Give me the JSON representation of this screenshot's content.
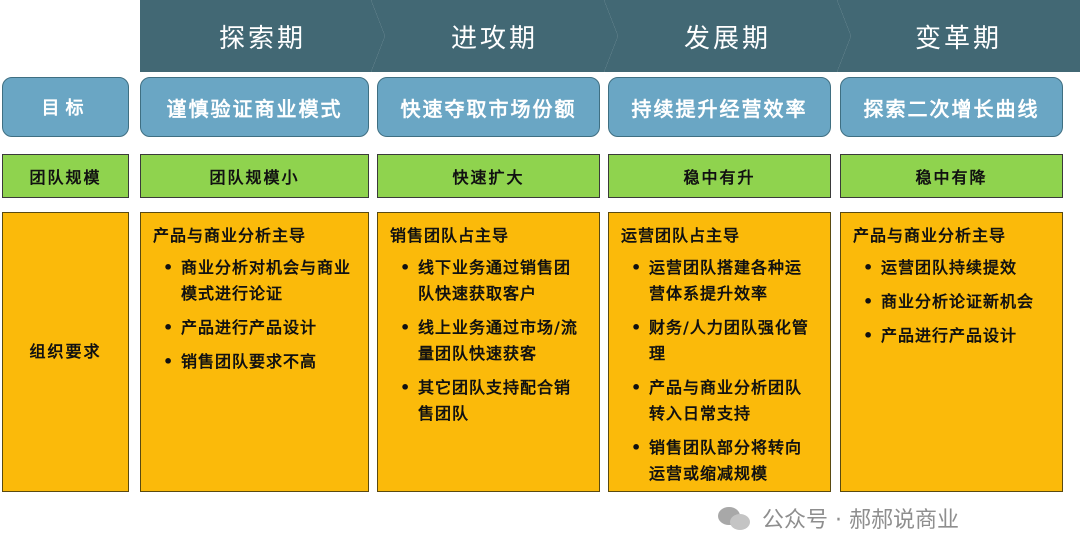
{
  "phases": [
    "探索期",
    "进攻期",
    "发展期",
    "变革期"
  ],
  "goal": {
    "label": "目标",
    "values": [
      "谨慎验证商业模式",
      "快速夺取市场份额",
      "持续提升经营效率",
      "探索二次增长曲线"
    ]
  },
  "team": {
    "label": "团队规模",
    "values": [
      "团队规模小",
      "快速扩大",
      "稳中有升",
      "稳中有降"
    ]
  },
  "org": {
    "label": "组织要求",
    "columns": [
      {
        "head": "产品与商业分析主导",
        "bullets": [
          "商业分析对机会与商业模式进行论证",
          "产品进行产品设计",
          "销售团队要求不高"
        ]
      },
      {
        "head": "销售团队占主导",
        "bullets": [
          "线下业务通过销售团队快速获取客户",
          "线上业务通过市场/流量团队快速获客",
          "其它团队支持配合销售团队"
        ]
      },
      {
        "head": "运营团队占主导",
        "bullets": [
          "运营团队搭建各种运营体系提升效率",
          "财务/人力团队强化管理",
          "产品与商业分析团队转入日常支持",
          "销售团队部分将转向运营或缩减规模"
        ]
      },
      {
        "head": "产品与商业分析主导",
        "bullets": [
          "运营团队持续提效",
          "商业分析论证新机会",
          "产品进行产品设计"
        ]
      }
    ]
  },
  "watermark": {
    "text": "公众号 · 郝郝说商业"
  },
  "colors": {
    "phase": "#426874",
    "goal": "#6aa6c4",
    "team": "#8fd34e",
    "org": "#fbba0a"
  }
}
